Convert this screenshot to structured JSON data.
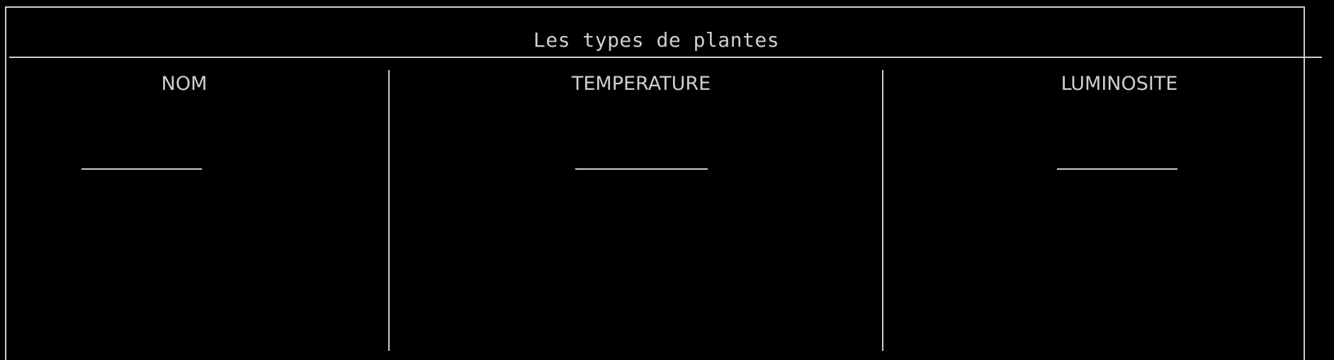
{
  "window": {
    "title": "Les types de plantes"
  },
  "table": {
    "columns": [
      {
        "label": "NOM"
      },
      {
        "label": "TEMPERATURE"
      },
      {
        "label": "LUMINOSITE"
      }
    ],
    "rows": []
  },
  "colors": {
    "background": "#000000",
    "foreground": "#cfcfcf"
  }
}
